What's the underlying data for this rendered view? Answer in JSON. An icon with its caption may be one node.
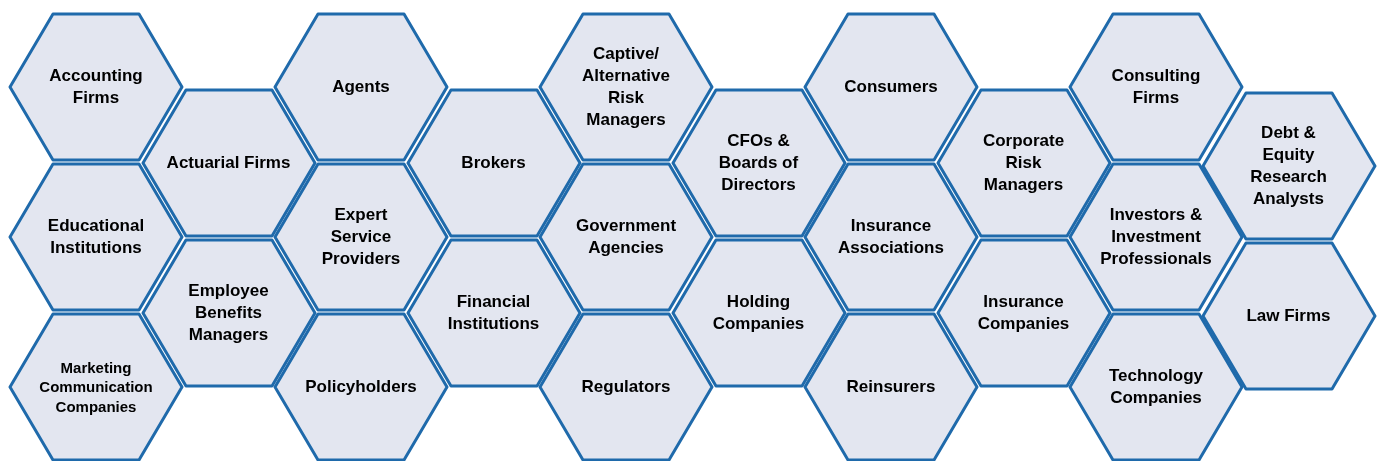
{
  "diagram": {
    "nodes": [
      {
        "text": [
          "Accounting Firms"
        ]
      },
      {
        "text": [
          "Educational Institutions"
        ]
      },
      {
        "text": [
          "Marketing Communication Companies"
        ]
      },
      {
        "text": [
          "Actuarial Firms"
        ]
      },
      {
        "text": [
          "Employee Benefits Managers"
        ]
      },
      {
        "text": [
          "Agents"
        ]
      },
      {
        "text": [
          "Expert Service Providers"
        ]
      },
      {
        "text": [
          "Policyholders"
        ]
      },
      {
        "text": [
          "Brokers"
        ]
      },
      {
        "text": [
          "Financial Institutions"
        ]
      },
      {
        "text": [
          "Captive/ Alternative Risk Managers"
        ]
      },
      {
        "text": [
          "Government Agencies"
        ]
      },
      {
        "text": [
          "Regulators"
        ]
      },
      {
        "text": [
          "CFOs & Boards of Directors"
        ]
      },
      {
        "text": [
          "Holding Companies"
        ]
      },
      {
        "text": [
          "Consumers"
        ]
      },
      {
        "text": [
          "Insurance Associations"
        ]
      },
      {
        "text": [
          "Reinsurers"
        ]
      },
      {
        "text": [
          "Corporate Risk Managers"
        ]
      },
      {
        "text": [
          "Insurance Companies"
        ]
      },
      {
        "text": [
          "Consulting Firms"
        ]
      },
      {
        "text": [
          "Investors & Investment Professionals"
        ]
      },
      {
        "text": [
          "Technology Companies"
        ]
      },
      {
        "text": [
          "Debt & Equity Research Analysts"
        ]
      },
      {
        "text": [
          "Law Firms"
        ]
      }
    ]
  }
}
